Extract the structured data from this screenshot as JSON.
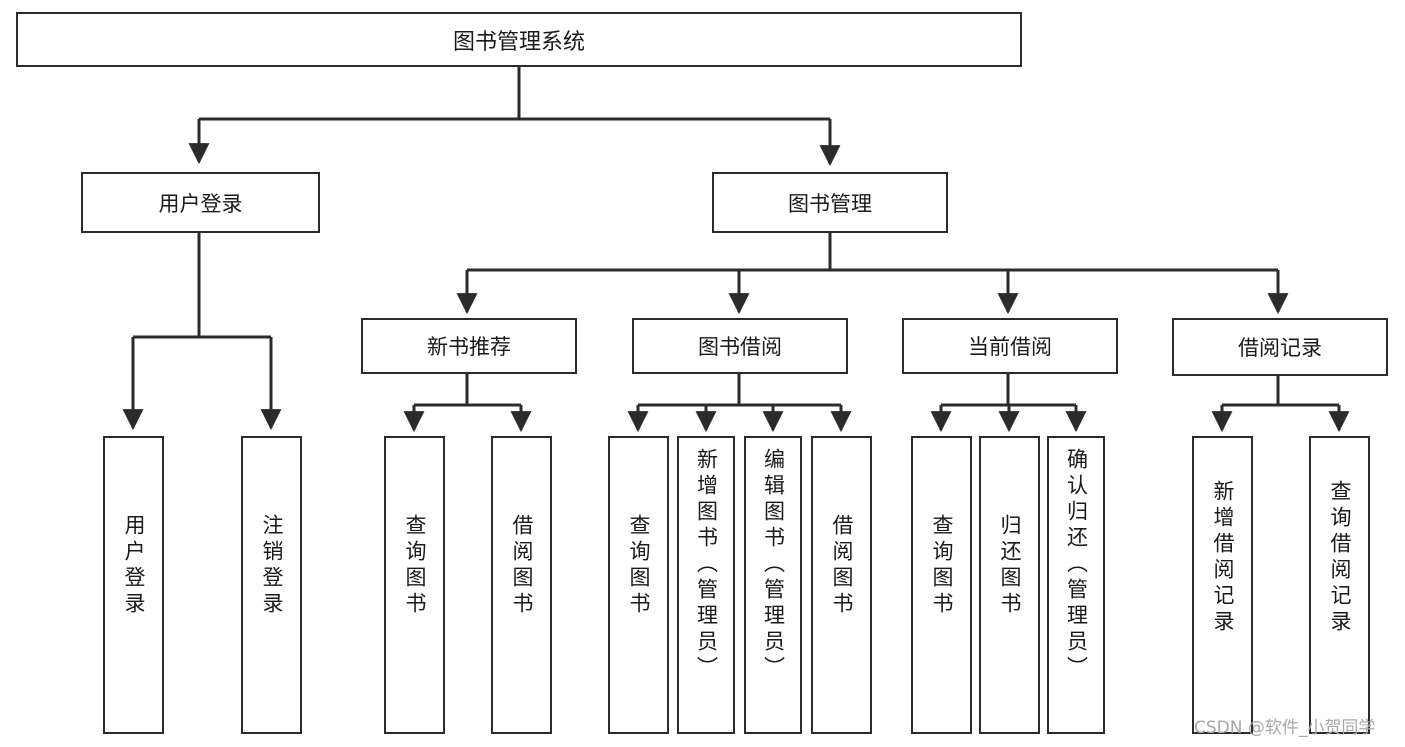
{
  "diagram": {
    "type": "tree",
    "title": "图书管理系统",
    "root": {
      "label": "图书管理系统"
    },
    "level1": [
      {
        "label": "用户登录"
      },
      {
        "label": "图书管理"
      }
    ],
    "level2": [
      {
        "label": "新书推荐"
      },
      {
        "label": "图书借阅"
      },
      {
        "label": "当前借阅"
      },
      {
        "label": "借阅记录"
      }
    ],
    "leaves": {
      "user_login": [
        {
          "label": "用户登录"
        },
        {
          "label": "注销登录"
        }
      ],
      "new_book_recommend": [
        {
          "label": "查询图书"
        },
        {
          "label": "借阅图书"
        }
      ],
      "book_borrow": [
        {
          "label": "查询图书"
        },
        {
          "label": "新增图书（管理员）"
        },
        {
          "label": "编辑图书（管理员）"
        },
        {
          "label": "借阅图书"
        }
      ],
      "current_borrow": [
        {
          "label": "查询图书"
        },
        {
          "label": "归还图书"
        },
        {
          "label": "确认归还（管理员）"
        }
      ],
      "borrow_record": [
        {
          "label": "新增借阅记录"
        },
        {
          "label": "查询借阅记录"
        }
      ]
    }
  },
  "watermark": {
    "text": "CSDN @软件_小贺同学"
  },
  "colors": {
    "stroke": "#2b2b2b",
    "background": "#ffffff",
    "text": "#1a1a1a",
    "watermark": "#a8a8a8"
  }
}
